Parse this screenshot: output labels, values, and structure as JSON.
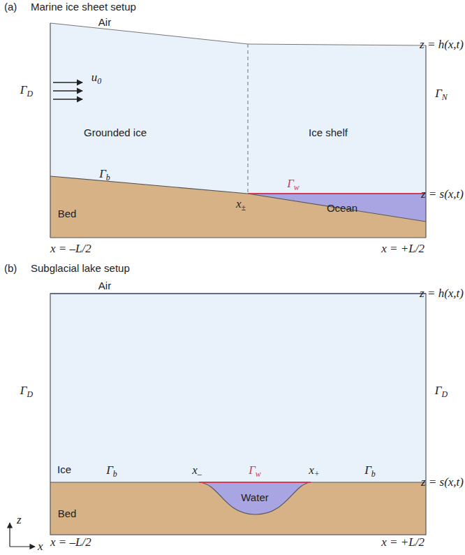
{
  "diagram": {
    "labels": [
      "(a)",
      "Marine ice sheet setup",
      "Air",
      "ΓD",
      "u0",
      "Grounded ice",
      "Ice shelf",
      "ΓN",
      "z = h(x,t)",
      "Γw",
      "z = s(x,t)",
      "Γb",
      "x±",
      "Ocean",
      "Bed",
      "x = –L/2",
      "x = +L/2",
      "(b)",
      "Subglacial lake setup",
      "Air",
      "z = h(x,t)",
      "ΓD",
      "ΓD",
      "Ice",
      "Γb",
      "x–",
      "Γw",
      "x+",
      "Γb",
      "z = s(x,t)",
      "Water",
      "Bed",
      "x = –L/2",
      "x = +L/2",
      "z",
      "x"
    ]
  }
}
